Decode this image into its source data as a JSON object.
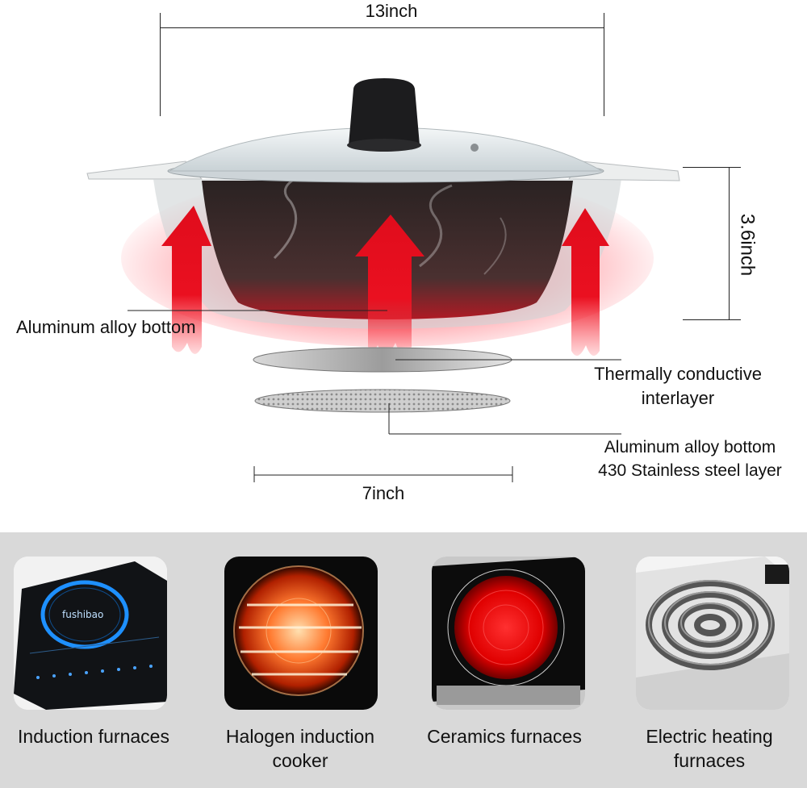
{
  "dimensions": {
    "width_label": "13inch",
    "height_label": "3.6inch",
    "base_label": "7inch"
  },
  "labels": {
    "aluminum_bottom_left": "Aluminum alloy bottom",
    "conductive_line1": "Thermally conductive",
    "conductive_line2": "interlayer",
    "steel_line1": "Aluminum alloy bottom",
    "steel_line2": "430 Stainless steel layer"
  },
  "stoves": [
    {
      "caption_line1": "Induction furnaces",
      "caption_line2": "",
      "icon": "induction-cooktop-icon",
      "brand": "Fushibao"
    },
    {
      "caption_line1": "Halogen induction",
      "caption_line2": "cooker",
      "icon": "halogen-heater-icon"
    },
    {
      "caption_line1": "Ceramics furnaces",
      "caption_line2": "",
      "icon": "ceramic-cooktop-icon"
    },
    {
      "caption_line1": "Electric heating",
      "caption_line2": "furnaces",
      "icon": "coil-burner-icon"
    }
  ],
  "colors": {
    "heat_red": "#e0101c",
    "pot_body": "#3a2a2a",
    "panel_bg": "#d9d9d9"
  }
}
